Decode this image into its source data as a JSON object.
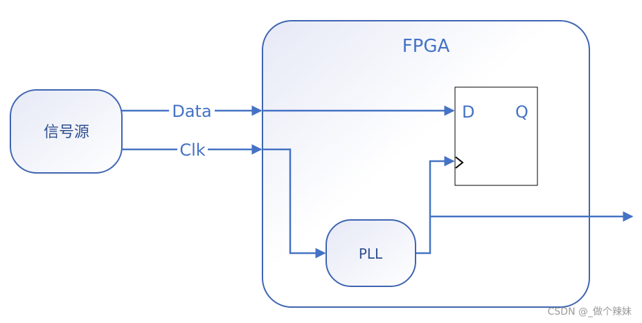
{
  "source": {
    "label": "信号源"
  },
  "fpga": {
    "label": "FPGA"
  },
  "signals": {
    "data": "Data",
    "clk": "Clk"
  },
  "flipflop": {
    "d": "D",
    "q": "Q"
  },
  "pll": {
    "label": "PLL"
  },
  "watermark": "CSDN @_做个辣妹",
  "colors": {
    "line": "#4472c4",
    "box_stroke": "#3e64b0"
  }
}
